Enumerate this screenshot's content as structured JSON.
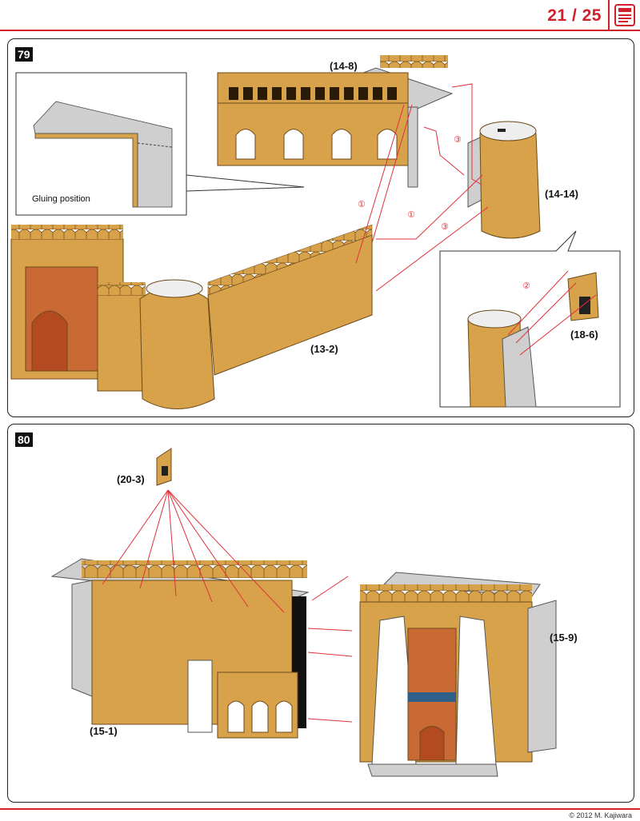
{
  "header": {
    "page_indicator": "21 / 25"
  },
  "icons": {
    "pdf": "document-icon"
  },
  "colors": {
    "accent": "#d0202a",
    "wall": "#d8a24a",
    "wall_dark": "#b9822e",
    "glue": "#cfcfcf",
    "guide": "#e0303a"
  },
  "steps": [
    {
      "number": "79",
      "detail_note": "Gluing position",
      "parts": [
        "(14-8)",
        "(14-14)",
        "(13-2)",
        "(18-6)"
      ],
      "order_marks": [
        "①",
        "①",
        "②",
        "③",
        "③"
      ]
    },
    {
      "number": "80",
      "parts": [
        "(20-3)",
        "(15-9)",
        "(15-1)"
      ]
    }
  ],
  "footer": {
    "copyright": "© 2012 M. Kajiwara"
  }
}
